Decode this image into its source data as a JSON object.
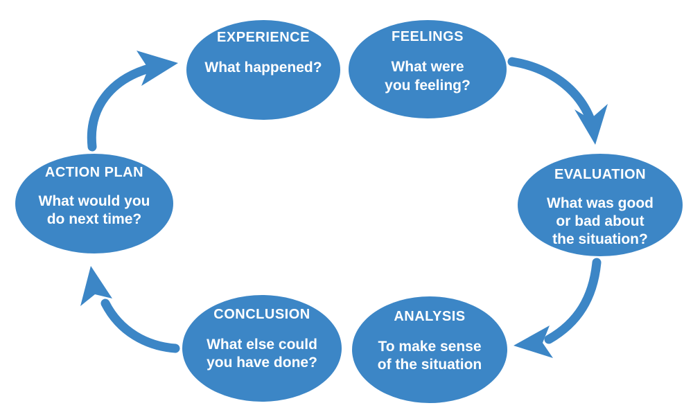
{
  "diagram": {
    "background_color": "#ffffff",
    "accent_color": "#3C86C6",
    "text_color": "#ffffff"
  },
  "nodes": [
    {
      "id": "experience",
      "title": "EXPERIENCE",
      "lines": [
        "What happened?"
      ]
    },
    {
      "id": "feelings",
      "title": "FEELINGS",
      "lines": [
        "What were",
        "you feeling?"
      ]
    },
    {
      "id": "evaluation",
      "title": "EVALUATION",
      "lines": [
        "What was good",
        "or bad about",
        "the situation?"
      ]
    },
    {
      "id": "analysis",
      "title": "ANALYSIS",
      "lines": [
        "To make sense",
        "of the situation"
      ]
    },
    {
      "id": "conclusion",
      "title": "CONCLUSION",
      "lines": [
        "What else could",
        "you have done?"
      ]
    },
    {
      "id": "action_plan",
      "title": "ACTION PLAN",
      "lines": [
        "What would you",
        "do next time?"
      ]
    }
  ],
  "arrows": [
    {
      "from": "feelings",
      "to": "evaluation"
    },
    {
      "from": "evaluation",
      "to": "analysis"
    },
    {
      "from": "conclusion",
      "to": "action_plan"
    },
    {
      "from": "action_plan",
      "to": "experience"
    }
  ]
}
